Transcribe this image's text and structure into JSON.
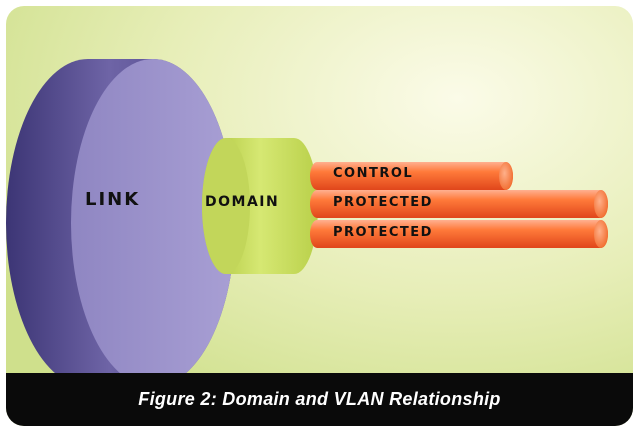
{
  "figure": {
    "caption": "Figure 2: Domain and VLAN Relationship",
    "link_label": "LINK",
    "domain_label": "DOMAIN",
    "pipes": [
      {
        "label": "CONTROL"
      },
      {
        "label": "PROTECTED"
      },
      {
        "label": "PROTECTED"
      }
    ]
  },
  "colors": {
    "background_light": "#fbfbe8",
    "background_dark": "#cfe08c",
    "link": "#5a4f92",
    "domain": "#cfe26a",
    "pipe": "#ff6a2b",
    "caption_bar": "#0a0a0a"
  }
}
